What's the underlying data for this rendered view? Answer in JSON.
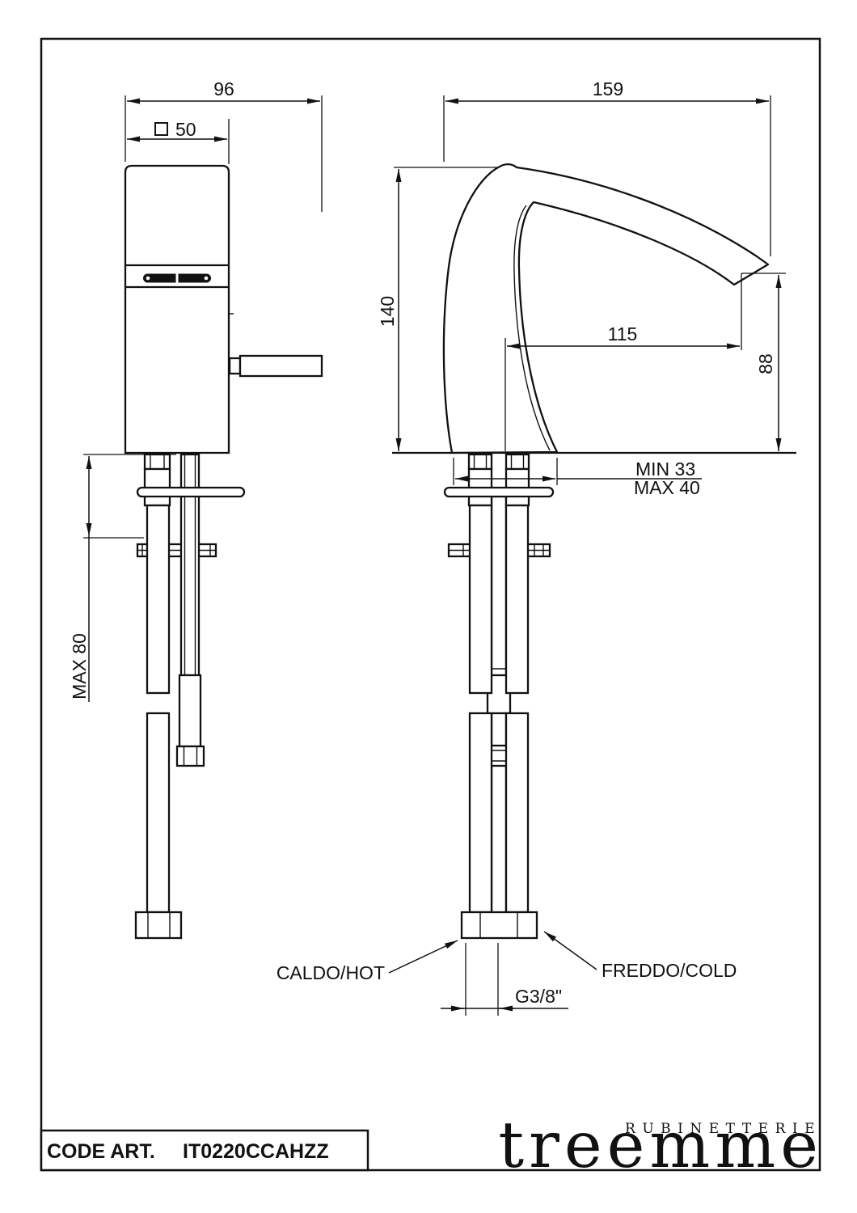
{
  "drawing": {
    "front_view": {
      "dim_total_width": "96",
      "dim_square_width": "50",
      "dim_max_mount": "MAX 80"
    },
    "side_view": {
      "dim_total_depth": "159",
      "dim_body_height": "140",
      "dim_spout_reach": "115",
      "dim_spout_height": "88",
      "dim_hole_min": "MIN 33",
      "dim_hole_max": "MAX 40",
      "dim_thread": "G3/8\"",
      "label_hot": "CALDO/HOT",
      "label_cold": "FREDDO/COLD"
    }
  },
  "title_block": {
    "code_label": "CODE ART.",
    "code_value": "IT0220CCAHZZ"
  },
  "logo": {
    "subtitle": "RUBINETTERIE",
    "name": "treemme"
  },
  "colors": {
    "line": "#111111",
    "background": "#ffffff"
  }
}
